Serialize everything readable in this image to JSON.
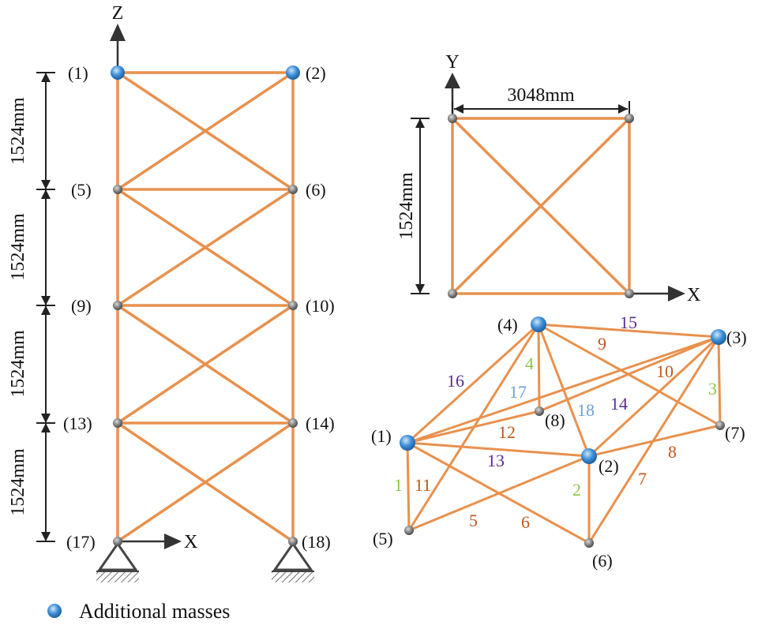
{
  "colors": {
    "member": "#E8914E",
    "node_plain": "#7f7f7f",
    "node_mass": "#3c8fd8",
    "dimension": "#222222",
    "label_green": "#8cc63f",
    "label_orange": "#c0571f",
    "label_purple": "#5c2d91",
    "label_blue": "#6f9ed6"
  },
  "front_view": {
    "axis_vertical": "Z",
    "axis_horizontal": "X",
    "nodes": [
      "(1)",
      "(2)",
      "(5)",
      "(6)",
      "(9)",
      "(10)",
      "(13)",
      "(14)",
      "(17)",
      "(18)"
    ],
    "mass_nodes": [
      "(1)",
      "(2)"
    ],
    "dimensions": [
      "1524mm",
      "1524mm",
      "1524mm",
      "1524mm"
    ]
  },
  "plan_view": {
    "axis_vertical": "Y",
    "axis_horizontal": "X",
    "width_label": "3048mm",
    "height_label": "1524mm"
  },
  "iso_view": {
    "nodes": [
      "(1)",
      "(2)",
      "(3)",
      "(4)",
      "(5)",
      "(6)",
      "(7)",
      "(8)"
    ],
    "mass_nodes": [
      "(1)",
      "(2)",
      "(3)",
      "(4)"
    ],
    "members": [
      {
        "id": "1",
        "color": "green"
      },
      {
        "id": "2",
        "color": "green"
      },
      {
        "id": "3",
        "color": "green"
      },
      {
        "id": "4",
        "color": "green"
      },
      {
        "id": "5",
        "color": "orange"
      },
      {
        "id": "6",
        "color": "orange"
      },
      {
        "id": "7",
        "color": "orange"
      },
      {
        "id": "8",
        "color": "orange"
      },
      {
        "id": "9",
        "color": "orange"
      },
      {
        "id": "10",
        "color": "orange"
      },
      {
        "id": "11",
        "color": "orange"
      },
      {
        "id": "12",
        "color": "orange"
      },
      {
        "id": "13",
        "color": "purple"
      },
      {
        "id": "14",
        "color": "purple"
      },
      {
        "id": "15",
        "color": "purple"
      },
      {
        "id": "16",
        "color": "purple"
      },
      {
        "id": "17",
        "color": "blue"
      },
      {
        "id": "18",
        "color": "blue"
      }
    ]
  },
  "legend": {
    "label": "Additional masses"
  }
}
